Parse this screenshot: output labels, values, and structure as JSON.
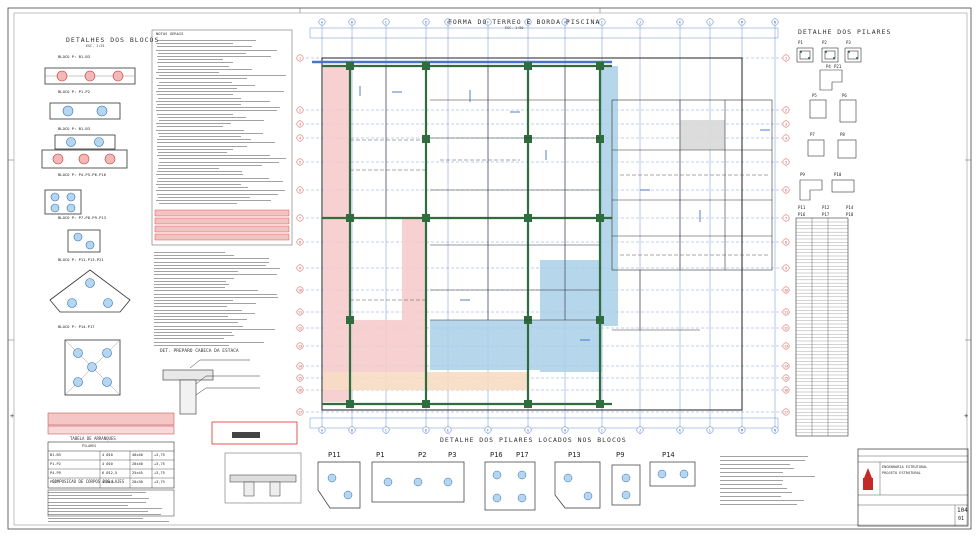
{
  "sheet": {
    "titles": {
      "main_plan": "FORMA DO TERREO E BORDA PISCINA",
      "main_plan_scale": "ESC. 1:50",
      "blocks_detail": "DETALHES DOS BLOCOS",
      "blocks_scale": "ESC. 1:25",
      "pillars_detail": "DETALHE DOS PILARES",
      "pillars_in_blocks": "DETALHE DOS PILARES LOCADOS NOS BLOCOS",
      "pile_prep": "DET. PREPARO CABECA DA ESTACA",
      "reinforcement_table": "TABELA DE ARRANQUES",
      "proof_specimen": "COMPOSICAO DE CORPOS DOS LAJES",
      "notes_heading": "NOTAS GERAIS"
    },
    "blocks": [
      {
        "label": "BLOCO P: B1-B3"
      },
      {
        "label": "BLOCO P: P1-P2"
      },
      {
        "label": "BLOCO P: B1-B3"
      },
      {
        "label": "BLOCO P: P4-P5-P6-P16"
      },
      {
        "label": "BLOCO P: P7-P8-P9-P13"
      },
      {
        "label": "BLOCO P: P11-P13-P21"
      },
      {
        "label": "BLOCO P: P14-P17"
      }
    ],
    "pillar_callouts": [
      "P11",
      "P1",
      "P2",
      "P3",
      "P16",
      "P17",
      "P13",
      "P9",
      "P14"
    ],
    "side_pillars": [
      "P1",
      "P2",
      "P3",
      "P4",
      "P5",
      "P6",
      "P7",
      "P8",
      "P9",
      "P10",
      "P11",
      "P12",
      "P14",
      "P16",
      "P17",
      "P18",
      "P21"
    ],
    "grid_columns": [
      "A",
      "B",
      "C",
      "D",
      "E",
      "F",
      "G",
      "H",
      "I",
      "J",
      "K",
      "L",
      "M",
      "N"
    ],
    "grid_rows": [
      "1",
      "2",
      "3",
      "4",
      "5",
      "6",
      "7",
      "8",
      "9",
      "10",
      "11",
      "12",
      "13",
      "14",
      "15",
      "16",
      "17"
    ],
    "reinforcement_table": {
      "header": "PILARES",
      "rows": [
        [
          "B1-B3",
          "4 Ø10",
          "40x40",
          "+3,75"
        ],
        [
          "P1-P2",
          "4 Ø10",
          "20x40",
          "+3,75"
        ],
        [
          "P4-P9",
          "6 Ø12,5",
          "25x45",
          "+3,75"
        ],
        [
          "P13",
          "4 Ø10",
          "20x30",
          "+3,75"
        ]
      ]
    },
    "title_block": {
      "company": "ENGENHARIA ESTRUTURAL",
      "project": "PROJETO ESTRUTURAL",
      "sheet_no": "104",
      "sheet_total": "01"
    },
    "colors": {
      "pink_hatch": "#f6c9c9",
      "blue_hatch": "#a9cfe9",
      "peach_hatch": "#f7dcc4",
      "grey_fill": "#d8d8d8",
      "beam_green": "#2f6d3f",
      "grid_blue": "#3a6bc8",
      "axis_red": "#d23a3a",
      "note_red": "#e0302a",
      "logo_red": "#c62828"
    }
  }
}
